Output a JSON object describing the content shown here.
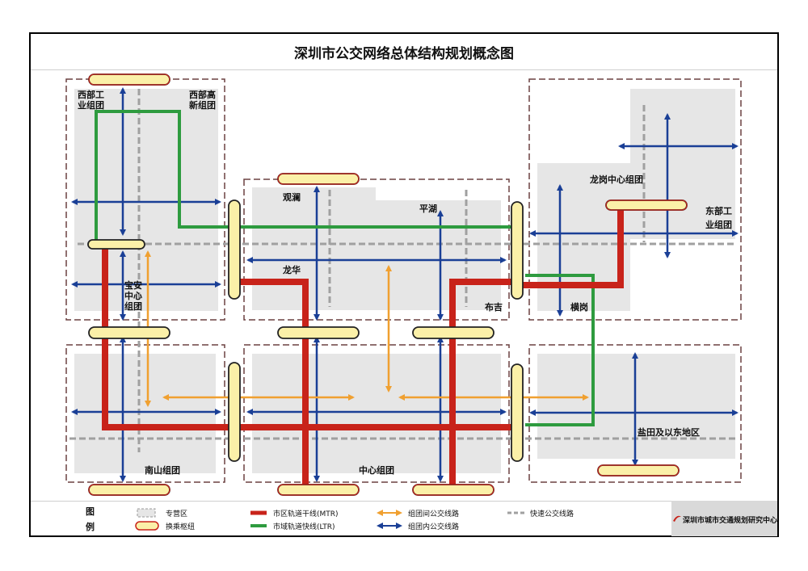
{
  "title": "深圳市公交网络总体结构规划概念图",
  "labels": {
    "xibu_gongye": [
      "西部工",
      "业组团"
    ],
    "xibu_gaoxin": [
      "西部高",
      "新组团"
    ],
    "guanlan": "观澜",
    "pinghu": "平湖",
    "longgang": "龙岗中心组团",
    "dongbu": [
      "东部工",
      "业组团"
    ],
    "baoan": [
      "宝安",
      "中心",
      "组团"
    ],
    "longhua": "龙华",
    "buji": "布吉",
    "henggang": "横岗",
    "nanshan": "南山组团",
    "zhongxin": "中心组团",
    "yantian": "盐田及以东地区"
  },
  "legend": {
    "heading": [
      "图",
      "例"
    ],
    "items": {
      "zone": "专营区",
      "hub": "换乘枢纽",
      "mtr": "市区轨道干线(MTR)",
      "ltr": "市域轨道快线(LTR)",
      "inter": "组团间公交线路",
      "intra": "组团内公交线路",
      "express": "快速公交线路"
    }
  },
  "brand": "深圳市城市交通规划研究中心",
  "colors": {
    "mtr": "#c8231a",
    "ltr": "#2e9b3f",
    "inter": "#f0a030",
    "intra": "#1a3f96",
    "express": "#a0a0a0",
    "hub_fill": "#fbf0a8",
    "zone_fill": "#e6e6e6",
    "zone_border": "#6b4040"
  }
}
